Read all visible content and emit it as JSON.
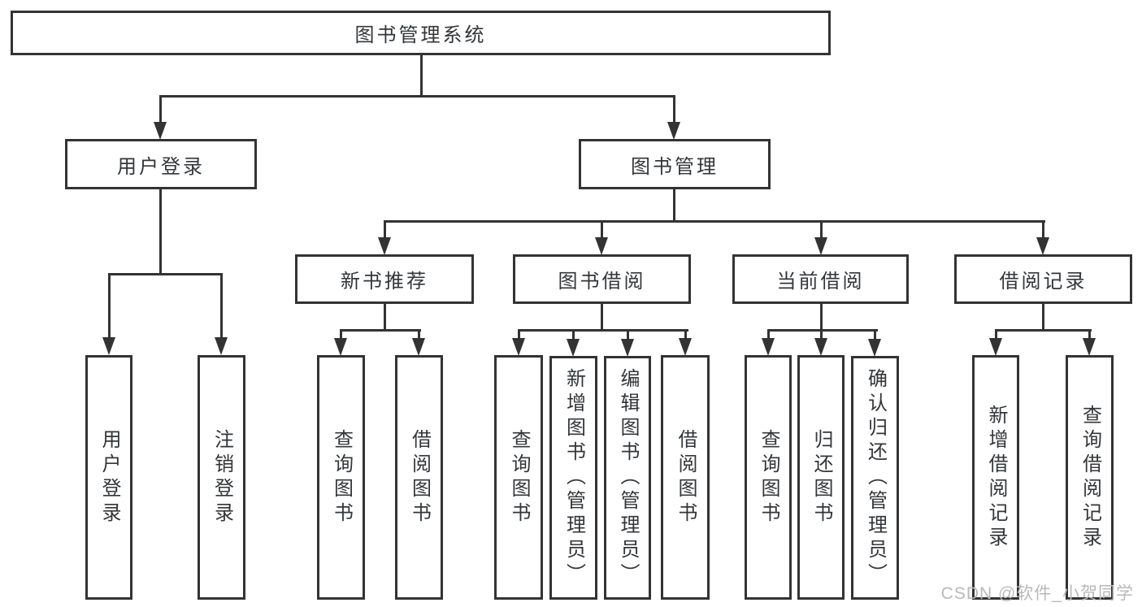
{
  "diagram": {
    "root": {
      "label": "图书管理系统"
    },
    "level2": [
      {
        "id": "user-login",
        "label": "用户登录"
      },
      {
        "id": "book-management",
        "label": "图书管理"
      }
    ],
    "level3": [
      {
        "id": "new-book-recommend",
        "label": "新书推荐",
        "parent": "图书管理"
      },
      {
        "id": "book-borrowing",
        "label": "图书借阅",
        "parent": "图书管理"
      },
      {
        "id": "current-borrowing",
        "label": "当前借阅",
        "parent": "图书管理"
      },
      {
        "id": "borrow-records",
        "label": "借阅记录",
        "parent": "图书管理"
      }
    ],
    "leaves": [
      {
        "label": "用户登录",
        "parent": "用户登录"
      },
      {
        "label": "注销登录",
        "parent": "用户登录"
      },
      {
        "label": "查询图书",
        "parent": "新书推荐"
      },
      {
        "label": "借阅图书",
        "parent": "新书推荐"
      },
      {
        "label": "查询图书",
        "parent": "图书借阅"
      },
      {
        "label": "新增图书（管理员）",
        "parent": "图书借阅"
      },
      {
        "label": "编辑图书（管理员）",
        "parent": "图书借阅"
      },
      {
        "label": "借阅图书",
        "parent": "图书借阅"
      },
      {
        "label": "查询图书",
        "parent": "当前借阅"
      },
      {
        "label": "归还图书",
        "parent": "当前借阅"
      },
      {
        "label": "确认归还（管理员）",
        "parent": "当前借阅"
      },
      {
        "label": "新增借阅记录",
        "parent": "借阅记录"
      },
      {
        "label": "查询借阅记录",
        "parent": "借阅记录"
      }
    ],
    "colors": {
      "line": "#333333",
      "text": "#333639",
      "background": "#ffffff",
      "watermark": "#b9b9b9"
    }
  },
  "watermark": {
    "text": "CSDN @软件_小贺同学"
  }
}
